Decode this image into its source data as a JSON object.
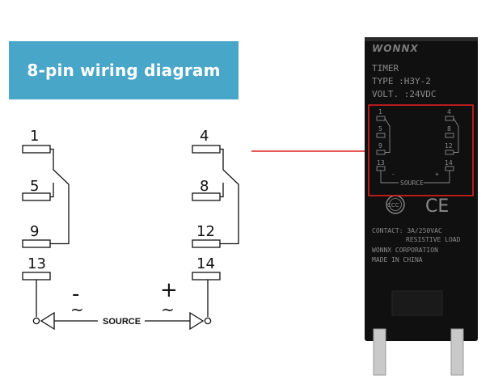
{
  "banner": {
    "title": "8-pin wiring diagram"
  },
  "diagram": {
    "left_column": {
      "pins": [
        "1",
        "5",
        "9",
        "13"
      ],
      "sign": "-",
      "tilde": "~"
    },
    "right_column": {
      "pins": [
        "4",
        "8",
        "12",
        "14"
      ],
      "sign": "+",
      "tilde": "~"
    },
    "source_label": "SOURCE",
    "callout_color": "#e02020"
  },
  "relay": {
    "brand": "WONNX",
    "line1": "TIMER",
    "line2": "TYPE :H3Y-2",
    "line3": "VOLT. :24VDC",
    "mini_left_pins": [
      "1",
      "5",
      "9",
      "13"
    ],
    "mini_right_pins": [
      "4",
      "8",
      "12",
      "14"
    ],
    "mini_source": "SOURCE",
    "mini_minus": "-",
    "mini_plus": "+",
    "cert_ccc": "CCC",
    "cert_ce": "CE",
    "contact_line1": "CONTACT: 3A/250VAC",
    "contact_line2": "RESISTIVE LOAD",
    "maker": "WONNX CORPORATION",
    "origin": "MADE IN CHINA"
  }
}
